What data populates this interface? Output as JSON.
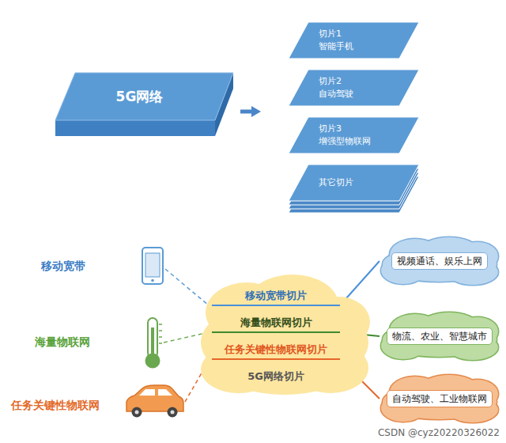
{
  "diagram": {
    "nodes": [
      {
        "text": [
          "5G网络"
        ]
      },
      {
        "text": [
          "切片1",
          "智能手机"
        ]
      },
      {
        "text": [
          "切片2",
          "自动驾驶"
        ]
      },
      {
        "text": [
          "切片3",
          "增强型物联网"
        ]
      },
      {
        "text": [
          "其它切片"
        ]
      },
      {
        "text": [
          "移动宽带切片",
          "海量物联网切片",
          "任务关键性物联网切片",
          "5G网络切片"
        ]
      },
      {
        "text": [
          "视频通话、娱乐上网"
        ]
      },
      {
        "text": [
          "物流、农业、智慧城市"
        ]
      },
      {
        "text": [
          "自动驾驶、工业物联网"
        ]
      }
    ],
    "edges": [
      {
        "from": 5,
        "to": 6,
        "arrow": "none"
      },
      {
        "from": 5,
        "to": 7,
        "arrow": "none"
      },
      {
        "from": 5,
        "to": 8,
        "arrow": "none"
      }
    ],
    "labels": [
      "移动宽带",
      "海量物联网",
      "任务关键性物联网",
      "CSDN @cyz20220326022"
    ]
  }
}
